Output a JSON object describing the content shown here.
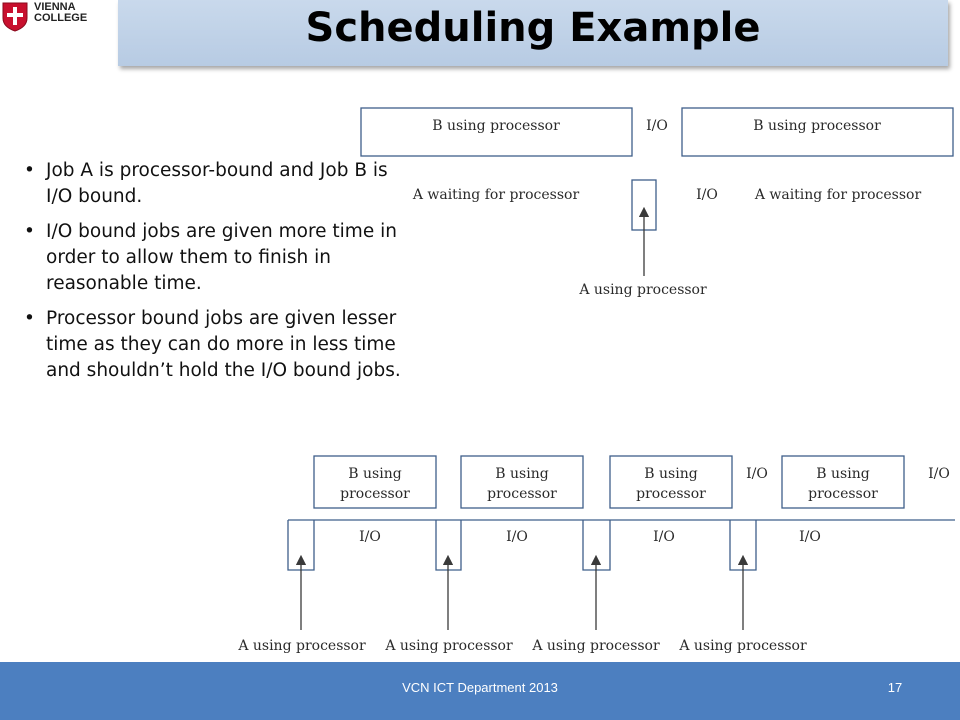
{
  "logo": {
    "line1": "VIENNA",
    "line2": "COLLEGE"
  },
  "title": "Scheduling Example",
  "bullets": [
    "Job A is processor-bound and Job B is I/O bound.",
    "I/O bound jobs are given more time in order to allow them to finish in reasonable time.",
    "Processor bound jobs are given lesser time as they can do more in less time and shouldn’t hold the I/O bound jobs."
  ],
  "diagram_top": {
    "b_box_1": "B using processor",
    "io_1": "I/O",
    "b_box_2": "B using processor",
    "a_wait_1": "A waiting for processor",
    "io_2": "I/O",
    "a_wait_2": "A waiting for processor",
    "a_using": "A using processor"
  },
  "diagram_bottom": {
    "b_boxes": [
      {
        "line1": "B using",
        "line2": "processor"
      },
      {
        "line1": "B using",
        "line2": "processor"
      },
      {
        "line1": "B using",
        "line2": "processor"
      },
      {
        "line1": "B using",
        "line2": "processor"
      }
    ],
    "top_io": [
      "I/O",
      "I/O"
    ],
    "row_io": [
      "I/O",
      "I/O",
      "I/O",
      "I/O"
    ],
    "a_using": [
      "A using processor",
      "A using processor",
      "A using processor",
      "A using processor"
    ]
  },
  "footer": {
    "text": "VCN ICT Department 2013",
    "page": "17"
  },
  "colors": {
    "footer_bg": "#4c7fc0",
    "title_bar": "#c0d3ea",
    "diagram_stroke": "#3f5f8a",
    "logo_red": "#c8102e"
  }
}
